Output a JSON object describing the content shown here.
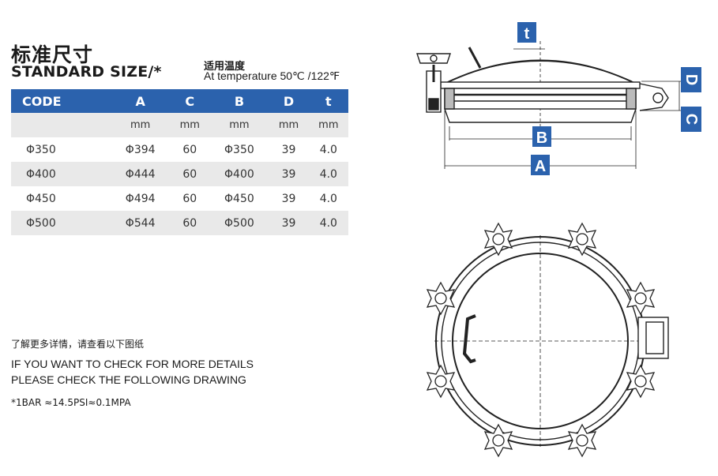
{
  "header": {
    "title_cn": "标准尺寸",
    "title_en": "STANDARD SIZE/*",
    "temp_cn": "适用温度",
    "temp_en": "At temperature 50℃ /122℉"
  },
  "table": {
    "columns": [
      "CODE",
      "A",
      "C",
      "B",
      "D",
      "t"
    ],
    "units": [
      "",
      "mm",
      "mm",
      "mm",
      "mm",
      "mm"
    ],
    "rows": [
      [
        "Φ350",
        "Φ394",
        "60",
        "Φ350",
        "39",
        "4.0"
      ],
      [
        "Φ400",
        "Φ444",
        "60",
        "Φ400",
        "39",
        "4.0"
      ],
      [
        "Φ450",
        "Φ494",
        "60",
        "Φ450",
        "39",
        "4.0"
      ],
      [
        "Φ500",
        "Φ544",
        "60",
        "Φ500",
        "39",
        "4.0"
      ]
    ]
  },
  "notes": {
    "cn": "了解更多详情，请查看以下图纸",
    "line1": "IF YOU WANT TO CHECK FOR MORE DETAILS",
    "line2": "PLEASE CHECK THE FOLLOWING DRAWING",
    "bar": "*1BAR ≈14.5PSI≈0.1MPA"
  },
  "drawing": {
    "labels": {
      "t": "t",
      "b": "B",
      "a": "A",
      "d": "D",
      "c": "C"
    },
    "accent_color": "#2b62ad"
  }
}
